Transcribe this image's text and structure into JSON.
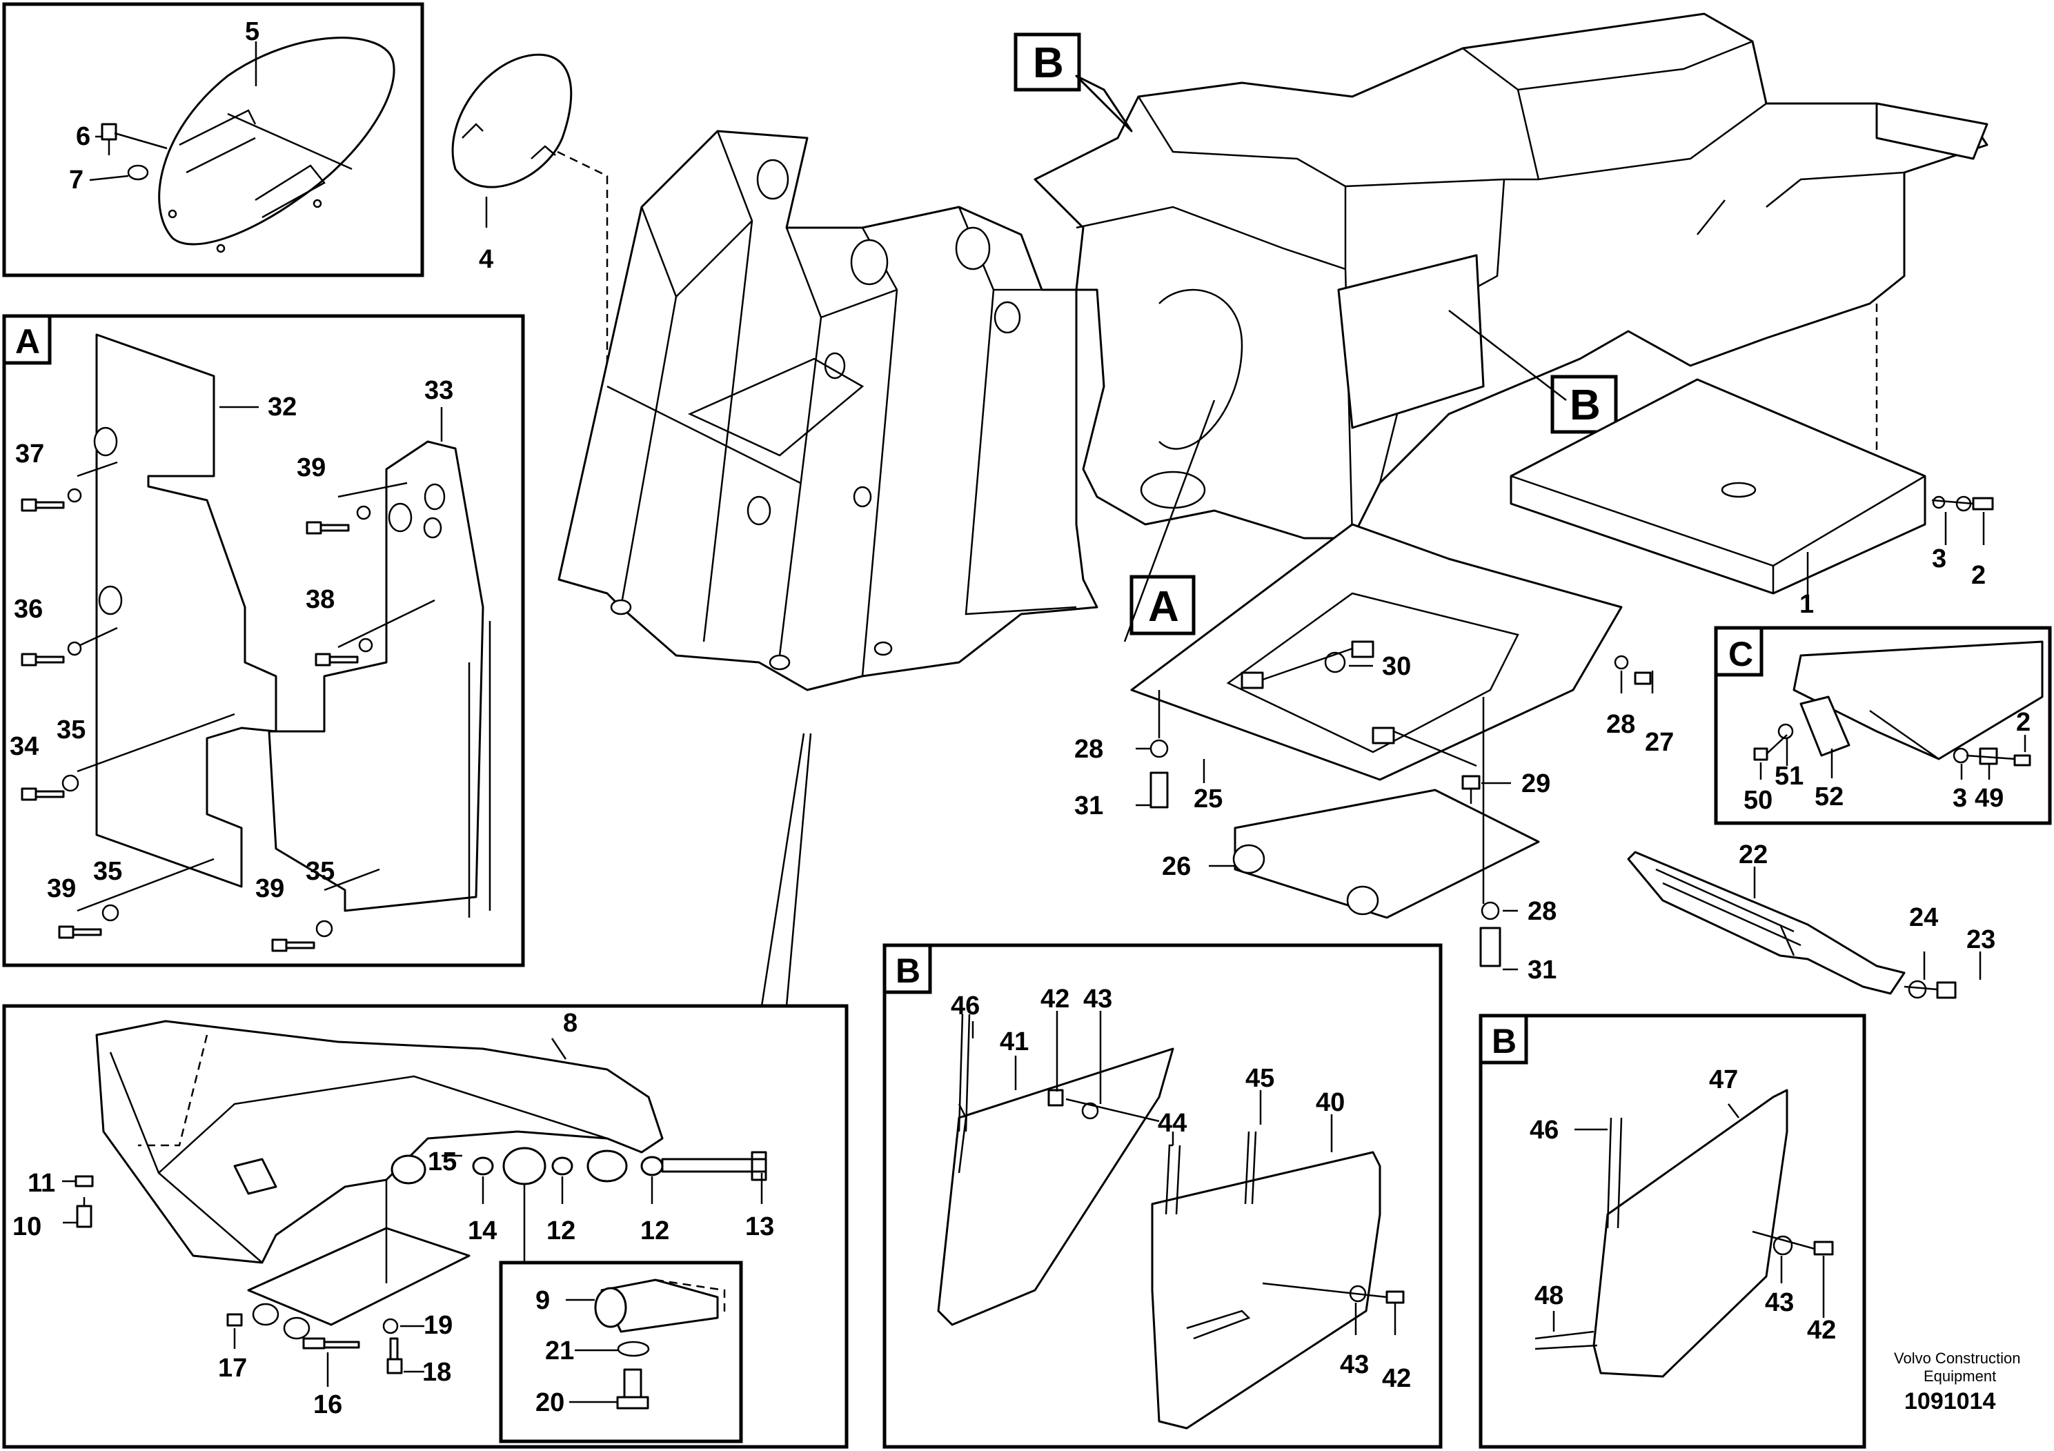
{
  "callouts": {
    "n1": "1",
    "n2": "2",
    "n2c": "2",
    "n3": "3",
    "n3c": "3",
    "n4": "4",
    "n5": "5",
    "n6": "6",
    "n7": "7",
    "n8": "8",
    "n9": "9",
    "n10": "10",
    "n11": "11",
    "n12a": "12",
    "n12b": "12",
    "n13": "13",
    "n14": "14",
    "n15": "15",
    "n16": "16",
    "n17": "17",
    "n18": "18",
    "n19": "19",
    "n20": "20",
    "n21": "21",
    "n22": "22",
    "n23": "23",
    "n24": "24",
    "n25": "25",
    "n26": "26",
    "n27": "27",
    "n28a": "28",
    "n28b": "28",
    "n28c": "28",
    "n29": "29",
    "n30": "30",
    "n31a": "31",
    "n31b": "31",
    "n32": "32",
    "n33": "33",
    "n34": "34",
    "n35a": "35",
    "n35b": "35",
    "n35c": "35",
    "n36": "36",
    "n37": "37",
    "n38": "38",
    "n39a": "39",
    "n39b": "39",
    "n39c": "39",
    "n40": "40",
    "n41": "41",
    "n42a": "42",
    "n42b": "42",
    "n42c": "42",
    "n43a": "43",
    "n43b": "43",
    "n43c": "43",
    "n44": "44",
    "n45": "45",
    "n46a": "46",
    "n46b": "46",
    "n47": "47",
    "n48": "48",
    "n49": "49",
    "n50": "50",
    "n51": "51",
    "n52": "52"
  },
  "view_labels": {
    "main_b": "B",
    "main_b2": "B",
    "main_a": "A",
    "inset_a": "A",
    "inset_b1": "B",
    "inset_b2": "B",
    "inset_c": "C"
  },
  "footer": {
    "line1": "Volvo Construction",
    "line2": "Equipment",
    "doc_number": "1091014"
  }
}
